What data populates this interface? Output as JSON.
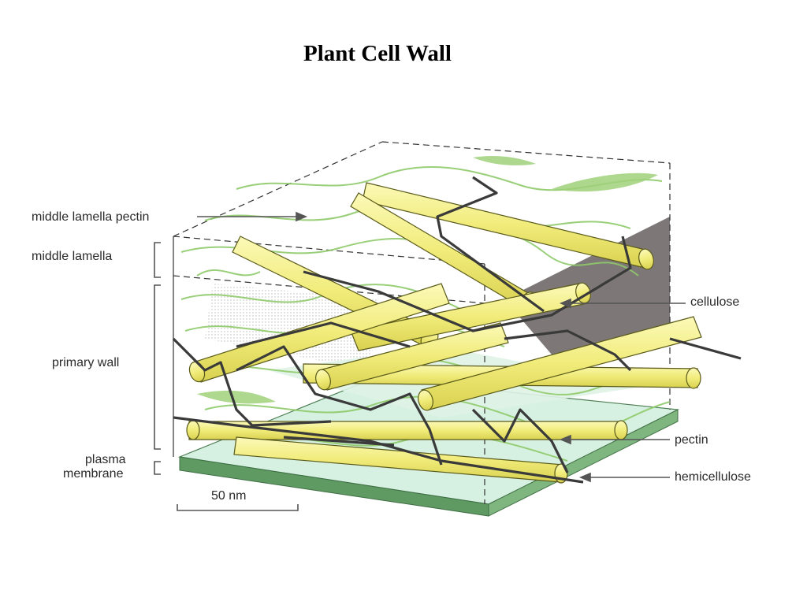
{
  "title": "Plant Cell Wall",
  "labels": {
    "middle_lamella_pectin": "middle lamella pectin",
    "middle_lamella": "middle lamella",
    "primary_wall": "primary wall",
    "plasma_membrane_line1": "plasma",
    "plasma_membrane_line2": "membrane",
    "cellulose": "cellulose",
    "pectin": "pectin",
    "hemicellulose": "hemicellulose",
    "scale_bar": "50 nm"
  },
  "colors": {
    "cellulose_fill": "#f3f08a",
    "cellulose_stroke": "#5a5a1a",
    "membrane_green": "#5f9a63",
    "membrane_top": "#cfeedd",
    "pectin_green": "#8fca6a",
    "hemicellulose": "#3a3a3a",
    "shadow": "#6f6868"
  }
}
